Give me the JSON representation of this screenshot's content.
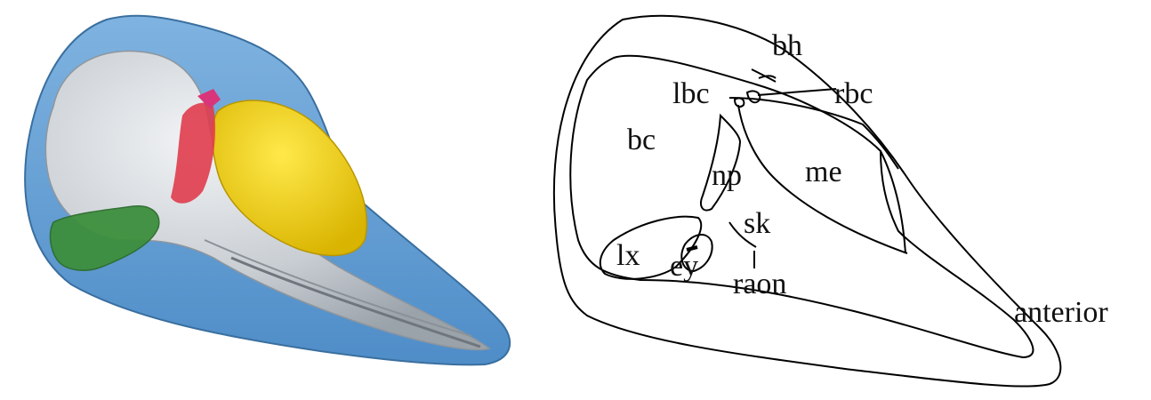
{
  "colors": {
    "head_tissue": "#5f9ed6",
    "skull": "#d4d8dc",
    "melon": "#f2d21a",
    "nasal_sac": "#e03c4c",
    "larynx": "#3d8f3d",
    "outline": "#000000",
    "background": "#ffffff"
  },
  "labels": {
    "bh": "bh",
    "lbc": "lbc",
    "rbc": "rbc",
    "bc": "bc",
    "np": "np",
    "me": "me",
    "sk": "sk",
    "lx": "lx",
    "ey": "ey",
    "raon": "raon",
    "anterior": "anterior"
  }
}
